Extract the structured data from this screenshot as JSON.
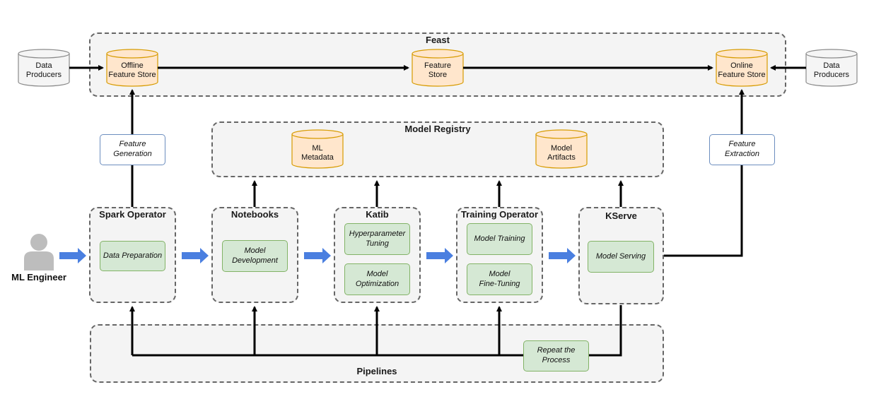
{
  "feast": {
    "title": "Feast"
  },
  "model_registry": {
    "title": "Model Registry"
  },
  "pipelines": {
    "title": "Pipelines"
  },
  "stores": {
    "offline": "Offline\nFeature Store",
    "feature": "Feature\nStore",
    "online": "Online\nFeature Store",
    "ml_metadata": "ML\nMetadata",
    "model_artifacts": "Model\nArtifacts"
  },
  "producers": {
    "left": "Data\nProducers",
    "right": "Data\nProducers"
  },
  "blue_boxes": {
    "feature_generation": "Feature\nGeneration",
    "feature_extraction": "Feature\nExtraction"
  },
  "components": {
    "spark": {
      "title": "Spark Operator",
      "steps": [
        "Data Preparation"
      ]
    },
    "notebooks": {
      "title": "Notebooks",
      "steps": [
        "Model\nDevelopment"
      ]
    },
    "katib": {
      "title": "Katib",
      "steps": [
        "Hyperparameter\nTuning",
        "Model\nOptimization"
      ]
    },
    "training": {
      "title": "Training Operator",
      "steps": [
        "Model Training",
        "Model\nFine-Tuning"
      ]
    },
    "kserve": {
      "title": "KServe",
      "steps": [
        "Model Serving"
      ]
    }
  },
  "repeat": "Repeat the\nProcess",
  "actor": {
    "label": "ML Engineer"
  },
  "colors": {
    "green_fill": "#d5e8d4",
    "green_stroke": "#82b366",
    "orange_fill": "#ffe6cc",
    "orange_stroke": "#d79b00",
    "gray_fill": "#f5f5f5",
    "gray_stroke": "#666666",
    "blue_stroke": "#6c8ebf",
    "arrow_blue": "#4a7fe0"
  }
}
